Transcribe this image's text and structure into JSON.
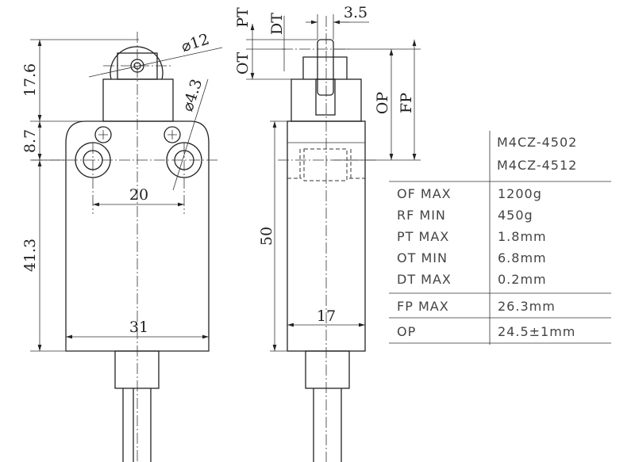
{
  "dimensions": {
    "roller_height": "17.6",
    "upper_offset": "8.7",
    "lower_height": "41.3",
    "hole_spacing": "20",
    "body_width": "31",
    "roller_diameter": "⌀12",
    "hole_diameter": "⌀4.3",
    "pt": "PT",
    "dt": "DT",
    "ot": "OT",
    "plunger_width": "3.5",
    "op": "OP",
    "fp": "FP",
    "body_height": "50",
    "body_depth": "17"
  },
  "table": {
    "models": [
      "M4CZ-4502",
      "M4CZ-4512"
    ],
    "rows": [
      {
        "label": "OF MAX",
        "value": "1200g"
      },
      {
        "label": "RF MIN",
        "value": "450g"
      },
      {
        "label": "PT MAX",
        "value": "1.8mm"
      },
      {
        "label": "OT MIN",
        "value": "6.8mm"
      },
      {
        "label": "DT MAX",
        "value": "0.2mm"
      },
      {
        "label": "FP MAX",
        "value": "26.3mm"
      },
      {
        "label": "OP",
        "value": "24.5±1mm"
      }
    ]
  }
}
